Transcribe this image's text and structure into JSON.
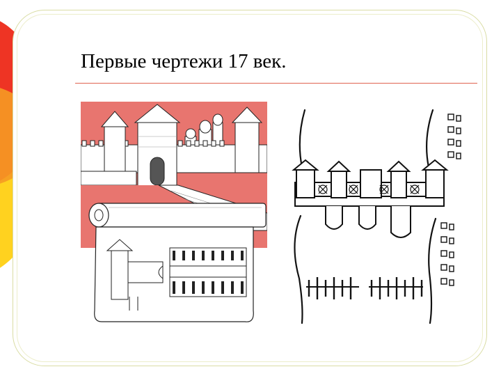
{
  "slide": {
    "title": "Первые чертежи 17 век."
  },
  "colors": {
    "accent_red": "#ee3424",
    "accent_yellow": "#ffd21f",
    "frame": "#d9dca3",
    "title_rule": "#e0624f",
    "illustration_red": "#e8756f"
  },
  "icons": {
    "left": "kremlin-illustration-with-scroll",
    "right": "fortress-wall-plan-drawing"
  }
}
